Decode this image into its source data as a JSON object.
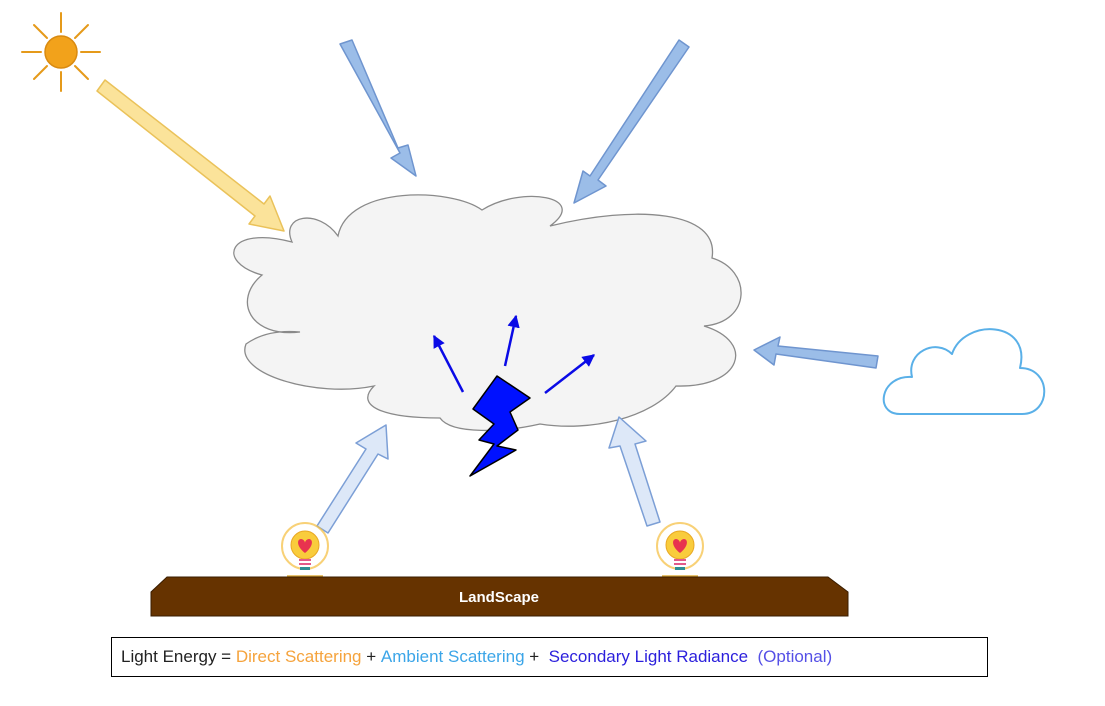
{
  "ground": {
    "label": "LandScape",
    "color": "#663300"
  },
  "formula": {
    "lead": "Light Energy =",
    "sep1": " + ",
    "sep2": " +  ",
    "sep3": "  ",
    "direct": "Direct Scattering",
    "ambient": "Ambient Scattering",
    "secondary": "Secondary Light Radiance",
    "optional": "(Optional)"
  },
  "colors": {
    "direct": "#f5a33c",
    "ambient": "#3ba5e8",
    "secondary": "#2b1fdc",
    "optional": "#5550e6",
    "sun": "#f2a21b",
    "sun_arrow": "#fbe39a",
    "sky_arrow": "#8fb2e2",
    "light_arrow": "#dde8f8",
    "scatter_arrow": "#0a0ae6",
    "lightning": "#0011ff",
    "cloud_fill": "#f4f4f4",
    "side_cloud": "#5ab0e8"
  },
  "icons": [
    "sun-icon",
    "lightning-icon",
    "cloud-icon",
    "lightbulb-icon"
  ]
}
